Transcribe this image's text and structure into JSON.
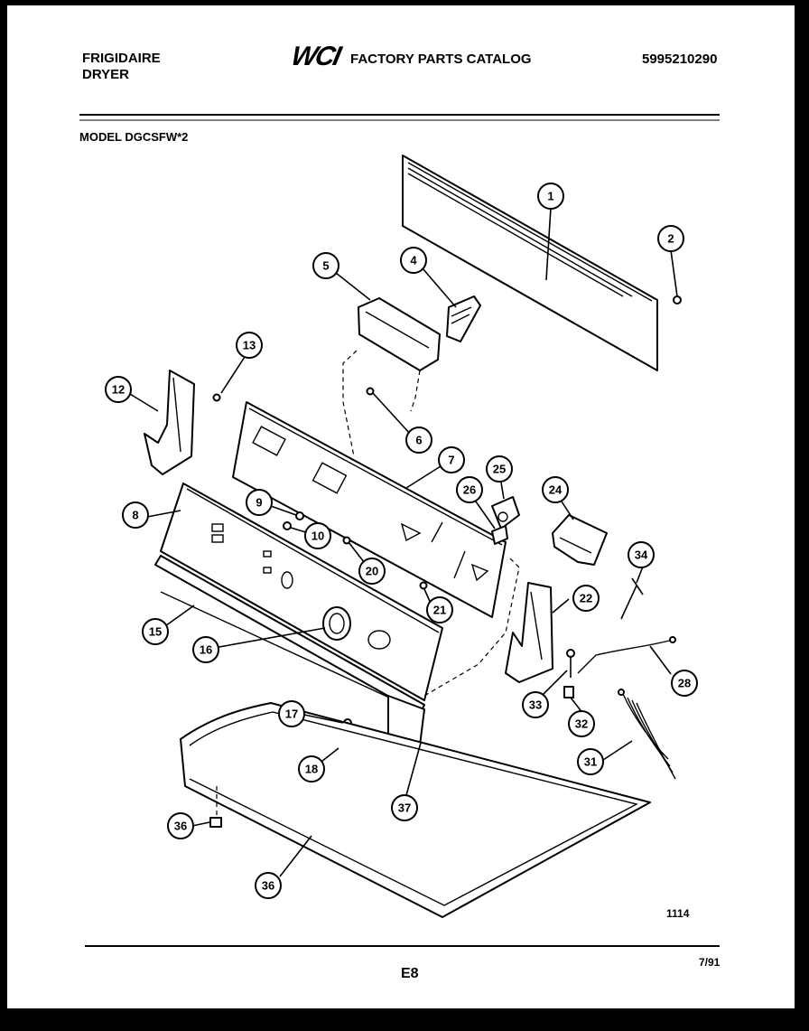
{
  "header": {
    "brand": "FRIGIDAIRE",
    "product": "DRYER",
    "logo_text": "WCI",
    "catalog_title": "FACTORY PARTS CATALOG",
    "catalog_number": "5995210290",
    "model": "MODEL DGCSFW*2"
  },
  "footer": {
    "figure_number": "1114",
    "page_code": "E8",
    "date": "7/91"
  },
  "callouts": [
    {
      "id": "callout-1",
      "label": "1"
    },
    {
      "id": "callout-2",
      "label": "2"
    },
    {
      "id": "callout-4",
      "label": "4"
    },
    {
      "id": "callout-5",
      "label": "5"
    },
    {
      "id": "callout-6",
      "label": "6"
    },
    {
      "id": "callout-7",
      "label": "7"
    },
    {
      "id": "callout-8",
      "label": "8"
    },
    {
      "id": "callout-9",
      "label": "9"
    },
    {
      "id": "callout-10",
      "label": "10"
    },
    {
      "id": "callout-12",
      "label": "12"
    },
    {
      "id": "callout-13",
      "label": "13"
    },
    {
      "id": "callout-15",
      "label": "15"
    },
    {
      "id": "callout-16",
      "label": "16"
    },
    {
      "id": "callout-17",
      "label": "17"
    },
    {
      "id": "callout-18",
      "label": "18"
    },
    {
      "id": "callout-20",
      "label": "20"
    },
    {
      "id": "callout-21",
      "label": "21"
    },
    {
      "id": "callout-22",
      "label": "22"
    },
    {
      "id": "callout-24",
      "label": "24"
    },
    {
      "id": "callout-25",
      "label": "25"
    },
    {
      "id": "callout-26",
      "label": "26"
    },
    {
      "id": "callout-28",
      "label": "28"
    },
    {
      "id": "callout-31",
      "label": "31"
    },
    {
      "id": "callout-32",
      "label": "32"
    },
    {
      "id": "callout-33",
      "label": "33"
    },
    {
      "id": "callout-34",
      "label": "34"
    },
    {
      "id": "callout-36a",
      "label": "36"
    },
    {
      "id": "callout-36b",
      "label": "36"
    },
    {
      "id": "callout-37",
      "label": "37"
    }
  ]
}
